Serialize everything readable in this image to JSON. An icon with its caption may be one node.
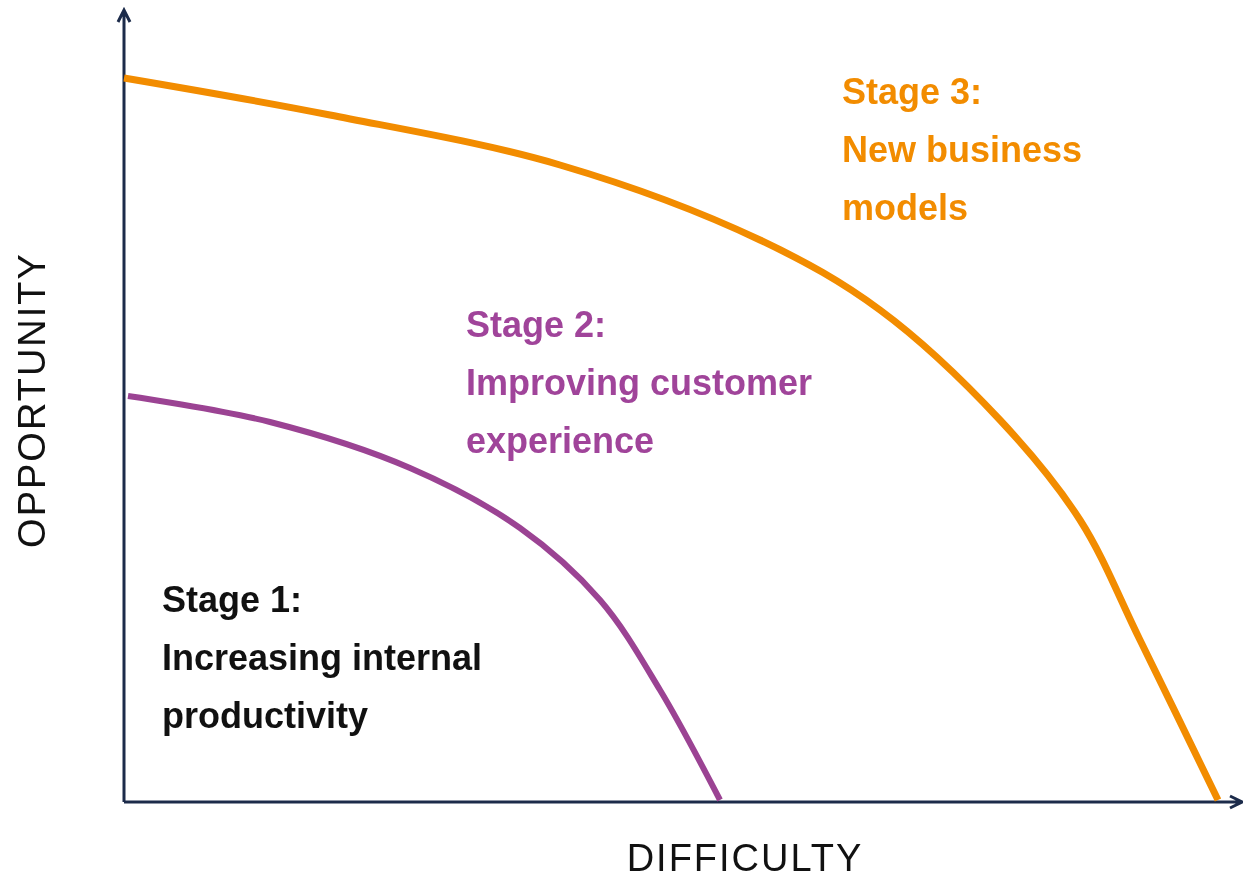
{
  "diagram": {
    "labels": [
      "Stage 3:",
      "New business models",
      "Stage 2:",
      "Improving customer experience",
      "OPPORTUNITY",
      "Stage 1:",
      "Increasing internal productivity",
      "DIFFICULTY"
    ]
  }
}
